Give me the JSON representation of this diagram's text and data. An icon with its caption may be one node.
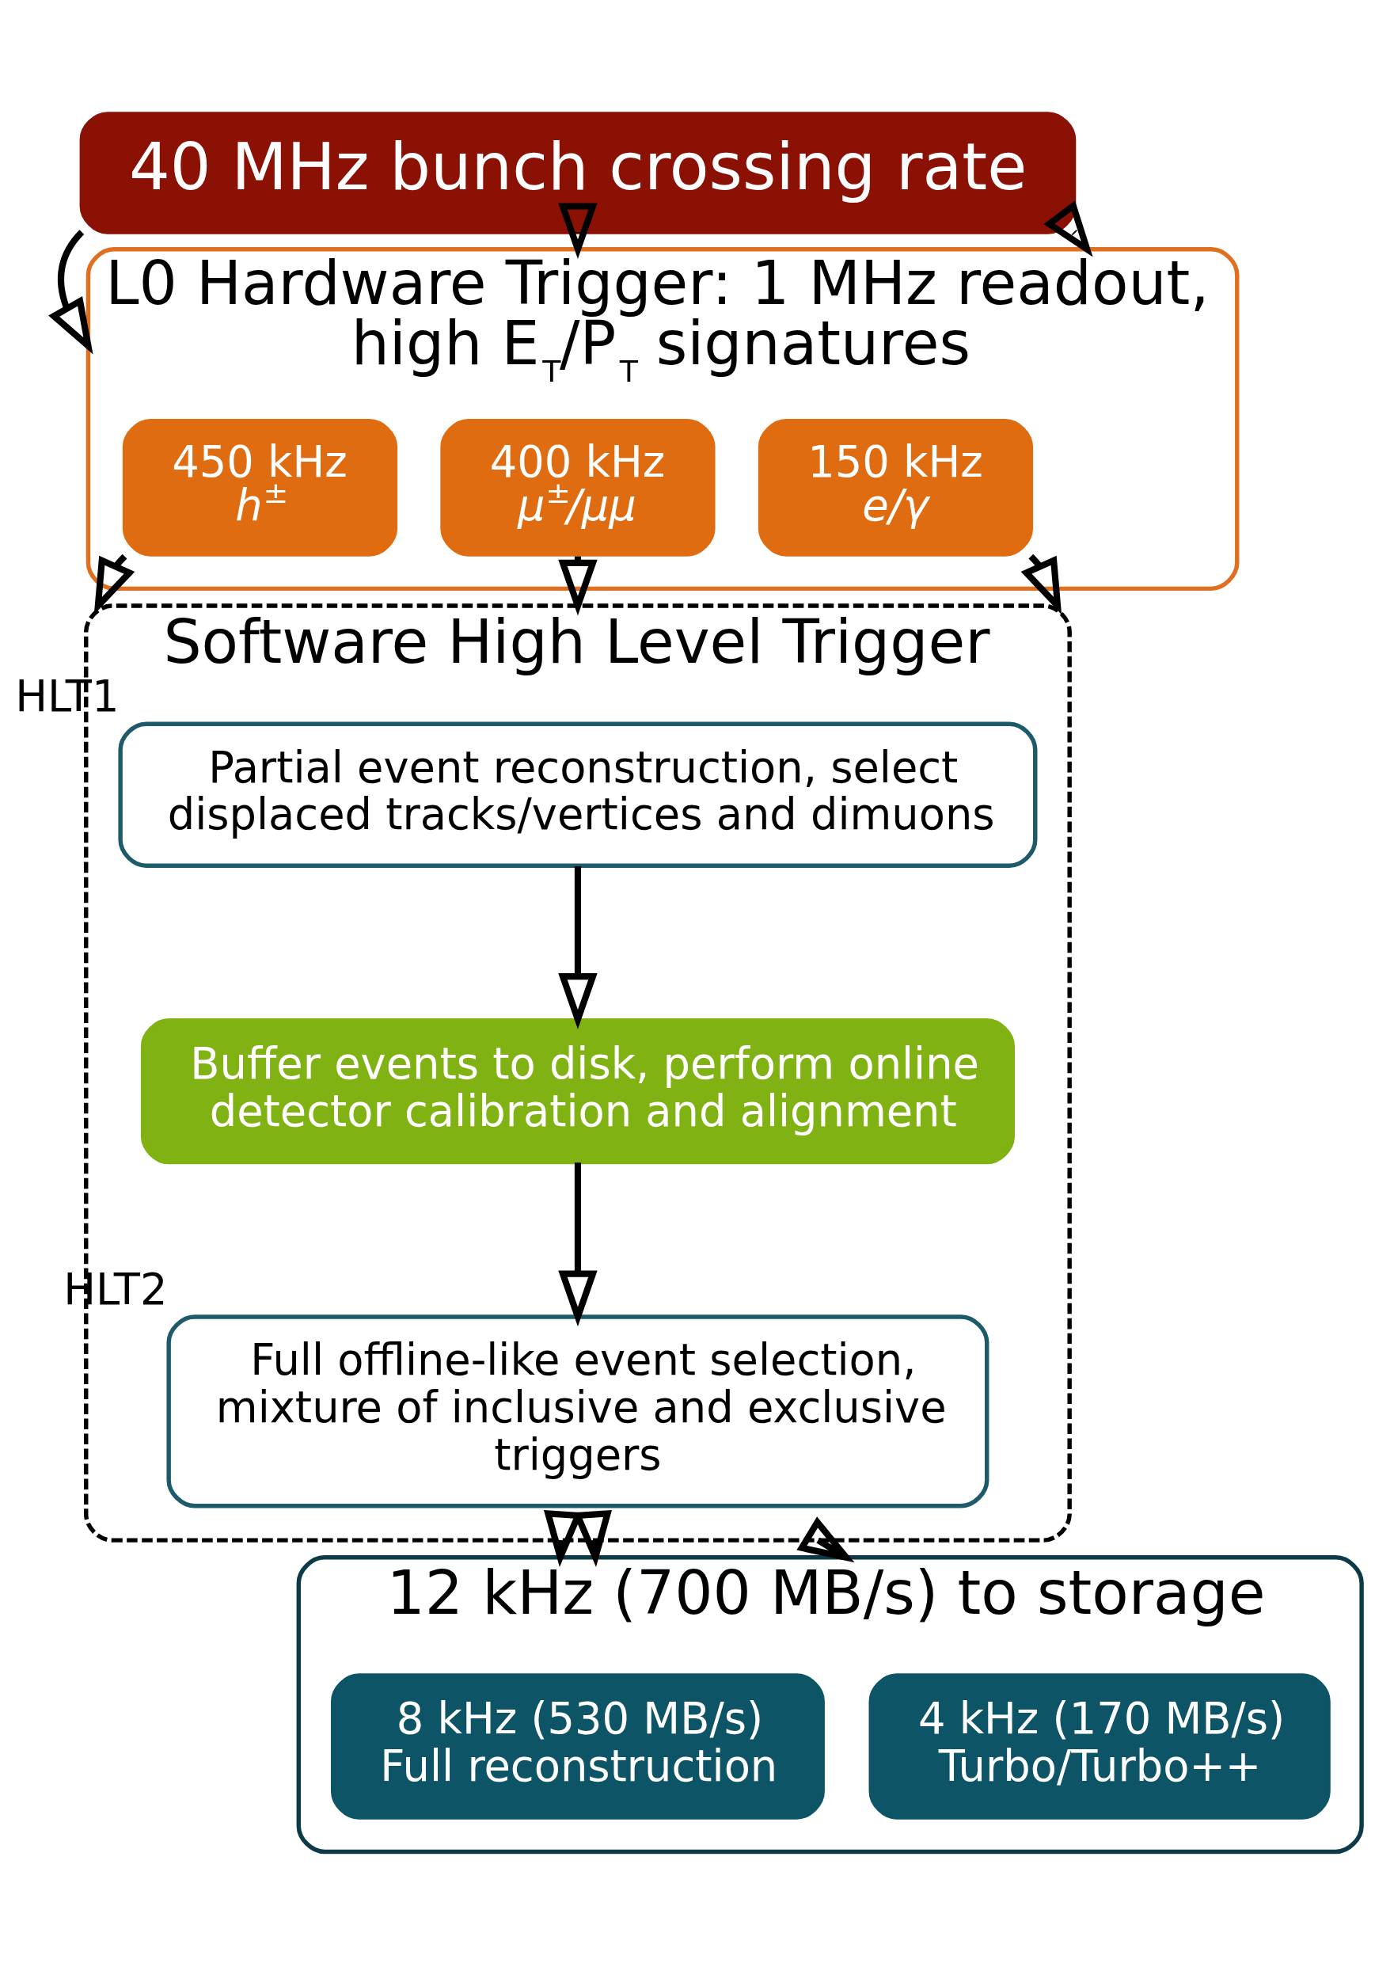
{
  "diagram": {
    "nodes": [
      {
        "text": [
          "40 MHz bunch crossing rate"
        ]
      },
      {
        "text": [
          "L0 Hardware Trigger: 1 MHz readout, high E$_{T}$/P$_{T}$ signatures"
        ]
      },
      {
        "text": [
          "450 kHz",
          "h$^{±}$"
        ],
        "in": 1
      },
      {
        "text": [
          "400 kHz",
          "μ$^{±}$/μμ"
        ],
        "in": 1
      },
      {
        "text": [
          "150 kHz",
          "e/γ"
        ],
        "in": 1
      },
      {
        "text": [
          "Software High Level Trigger"
        ]
      },
      {
        "text": [
          "Partial event reconstruction, select displaced tracks/vertices and dimuons"
        ],
        "in": 5,
        "beside": [
          "HLT1"
        ]
      },
      {
        "text": [
          "Buffer events to disk, perform online detector calibration and alignment"
        ],
        "in": 5
      },
      {
        "text": [
          "Full offline-like event selection, mixture of inclusive and exclusive triggers"
        ],
        "in": 5,
        "beside": [
          "HLT2"
        ]
      },
      {
        "text": [
          "12 kHz (700 MB/s) to storage"
        ]
      },
      {
        "text": [
          "8 kHz (530 MB/s)",
          "Full reconstruction"
        ],
        "in": 9
      },
      {
        "text": [
          "4 kHz (170 MB/s)",
          "Turbo/Turbo++"
        ],
        "in": 9
      }
    ],
    "edges": [
      {
        "from": 0,
        "to": 1,
        "arrow": "to"
      },
      {
        "from": 0,
        "to": 1,
        "arrow": "to"
      },
      {
        "from": 0,
        "to": 1,
        "arrow": "to"
      },
      {
        "from": 2,
        "to": 5,
        "arrow": "to"
      },
      {
        "from": 3,
        "to": 5,
        "arrow": "to"
      },
      {
        "from": 4,
        "to": 5,
        "arrow": "to"
      },
      {
        "from": 6,
        "to": 7,
        "arrow": "to"
      },
      {
        "from": 7,
        "to": 8,
        "arrow": "to"
      },
      {
        "from": 5,
        "to": 9,
        "arrow": "to"
      },
      {
        "from": 5,
        "to": 9,
        "arrow": "to"
      },
      {
        "from": 5,
        "to": 9,
        "arrow": "to"
      }
    ]
  }
}
